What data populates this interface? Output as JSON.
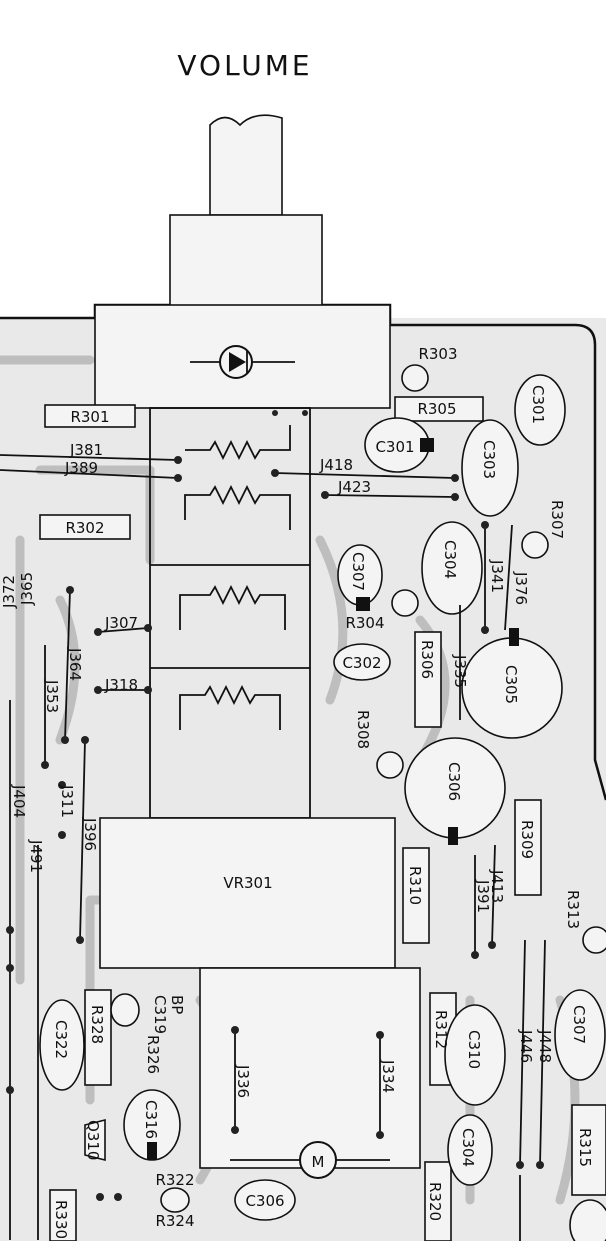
{
  "title": "VOLUME",
  "labels": {
    "R301": "R301",
    "R302": "R302",
    "R303": "R303",
    "R304": "R304",
    "R305": "R305",
    "R306": "R306",
    "R307": "R307",
    "R308": "R308",
    "R309": "R309",
    "R310": "R310",
    "R312": "R312",
    "R313": "R313",
    "R315": "R315",
    "R320": "R320",
    "R322": "R322",
    "R324": "R324",
    "R326": "R326",
    "R328": "R328",
    "R330": "R330",
    "C301": "C301",
    "C301b": "C301",
    "C302": "C302",
    "C303": "C303",
    "C304": "C304",
    "C305": "C305",
    "C306": "C306",
    "C307": "C307",
    "C307b": "C307",
    "C310": "C310",
    "C316": "C316",
    "C319": "C319",
    "C322": "C322",
    "C304b": "C304",
    "C306b": "C306",
    "J307": "J307",
    "J311": "J311",
    "J318": "J318",
    "J334": "J334",
    "J335": "J335",
    "J336": "J336",
    "J341": "J341",
    "J353": "J353",
    "J364": "J364",
    "J365": "J365",
    "J372": "J372",
    "J376": "J376",
    "J381": "J381",
    "J389": "J389",
    "J391": "J391",
    "J396": "J396",
    "J404": "J404",
    "J413": "J413",
    "J418": "J418",
    "J423": "J423",
    "J446": "J446",
    "J448": "J448",
    "J491": "J491",
    "Q310": "Q310",
    "VR301": "VR301",
    "motor": "M",
    "BP": "BP"
  }
}
